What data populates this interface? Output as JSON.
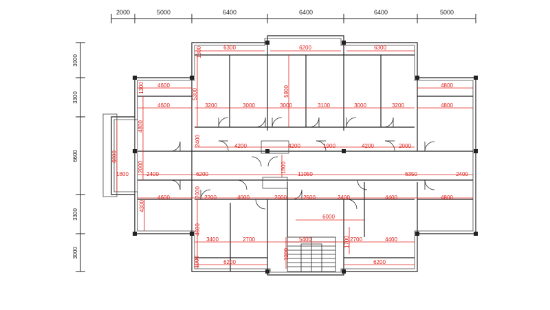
{
  "top_dims": [
    "2000",
    "5000",
    "6400",
    "6400",
    "6400",
    "5000"
  ],
  "left_dims": [
    "3000",
    "3300",
    "6600",
    "3300",
    "3000"
  ],
  "room_dims": {
    "d6300a": "6300",
    "d6200a": "6200",
    "d6300b": "6300",
    "d1300a": "1300",
    "d1300b": "1300",
    "d4600a": "4600",
    "d4600b": "4600",
    "d4800a": "4800",
    "d4800b": "4800",
    "d5300": "5300",
    "d5900": "5900",
    "d3200a": "3200",
    "d3000a": "3000",
    "d3000b": "3000",
    "d3100": "3100",
    "d3000c": "3000",
    "d3200b": "3200",
    "d4800v": "4800",
    "d6600": "6600",
    "d2400v": "2400",
    "d4200a": "4200",
    "d4200b": "4200",
    "d1900": "1900",
    "d4200c": "4200",
    "d2000a": "2000",
    "d1800": "1800",
    "d2400a": "2400",
    "d2000v": "2000",
    "d6200b": "6200",
    "d1800v": "1800",
    "d11050": "11050",
    "d6350": "6350",
    "d2400b": "2400",
    "d4600c": "4600",
    "d2200": "2200",
    "d4000": "4000",
    "d2000b": "2000",
    "d2500": "2500",
    "d3400a": "3400",
    "d4400a": "4400",
    "d4800c": "4800",
    "d4300": "4300",
    "d2000v2": "2000",
    "d6000": "6000",
    "d4600v": "4600",
    "d3400b": "3400",
    "d2700a": "2700",
    "d5400": "5400",
    "d3200v": "3200",
    "d1700": "1700",
    "d2700b": "2700",
    "d4400b": "4400",
    "d1000": "1000",
    "d6200c": "6200",
    "d6200d": "6200"
  }
}
